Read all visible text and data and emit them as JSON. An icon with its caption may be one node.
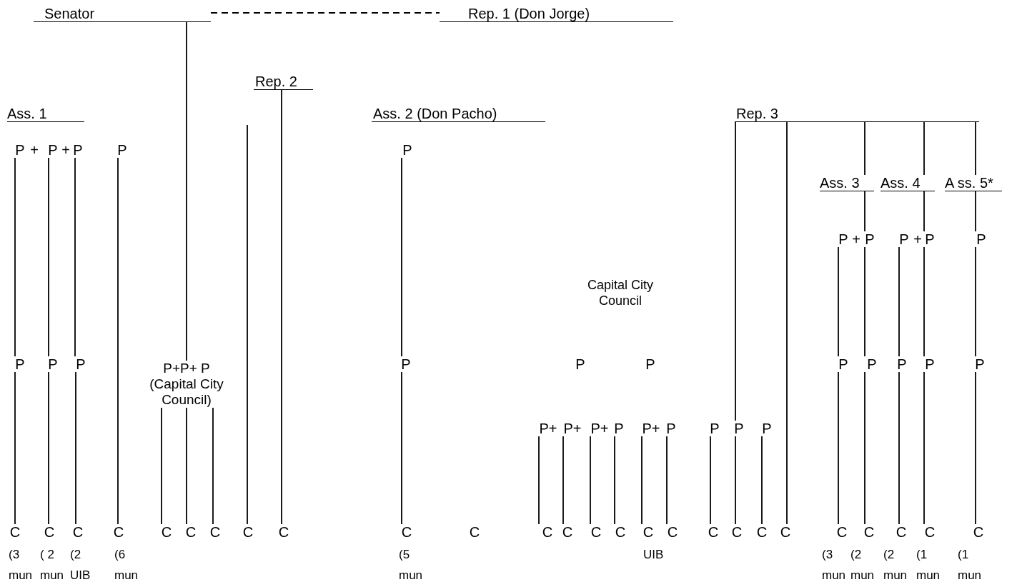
{
  "diagram": {
    "nodes": [
      {
        "text": [
          "Senator"
        ]
      },
      {
        "text": [
          "Rep. 1 (Don Jorge)"
        ]
      },
      {
        "text": [
          "Rep. 2"
        ]
      },
      {
        "text": [
          "Ass. 1"
        ]
      },
      {
        "text": [
          "Ass. 2 (Don Pacho)"
        ]
      },
      {
        "text": [
          "Rep. 3"
        ]
      },
      {
        "text": [
          "P"
        ]
      },
      {
        "text": [
          "P"
        ]
      },
      {
        "text": [
          "P"
        ]
      },
      {
        "text": [
          "P"
        ]
      },
      {
        "text": [
          "P"
        ]
      },
      {
        "text": [
          "Ass. 3"
        ]
      },
      {
        "text": [
          "Ass. 4"
        ]
      },
      {
        "text": [
          "A ss. 5*"
        ]
      },
      {
        "text": [
          "P"
        ]
      },
      {
        "text": [
          "P"
        ]
      },
      {
        "text": [
          "P"
        ]
      },
      {
        "text": [
          "P"
        ]
      },
      {
        "text": [
          "P"
        ]
      },
      {
        "text": [
          "Capital City Council"
        ]
      },
      {
        "text": [
          "P"
        ]
      },
      {
        "text": [
          "P"
        ]
      },
      {
        "text": [
          "P"
        ]
      },
      {
        "text": [
          "P+P+ P",
          "(Capital City Council)"
        ]
      },
      {
        "text": [
          "P"
        ]
      },
      {
        "text": [
          "P"
        ]
      },
      {
        "text": [
          "P"
        ]
      },
      {
        "text": [
          "P"
        ]
      },
      {
        "text": [
          "P"
        ]
      },
      {
        "text": [
          "P"
        ]
      },
      {
        "text": [
          "P"
        ]
      },
      {
        "text": [
          "P"
        ]
      },
      {
        "text": [
          "P+"
        ]
      },
      {
        "text": [
          "P+"
        ]
      },
      {
        "text": [
          "P+"
        ]
      },
      {
        "text": [
          "P"
        ]
      },
      {
        "text": [
          "P+"
        ]
      },
      {
        "text": [
          "P"
        ]
      },
      {
        "text": [
          "P"
        ]
      },
      {
        "text": [
          "P"
        ]
      },
      {
        "text": [
          "P"
        ]
      },
      {
        "text": [
          "C"
        ],
        "beside": [
          "(3 mun"
        ]
      },
      {
        "text": [
          "C"
        ],
        "beside": [
          "( 2 mun"
        ]
      },
      {
        "text": [
          "C"
        ],
        "beside": [
          "(2 UIB"
        ]
      },
      {
        "text": [
          "C"
        ],
        "beside": [
          "(6 mun"
        ]
      },
      {
        "text": [
          "C"
        ]
      },
      {
        "text": [
          "C"
        ]
      },
      {
        "text": [
          "C"
        ]
      },
      {
        "text": [
          "C"
        ]
      },
      {
        "text": [
          "C"
        ]
      },
      {
        "text": [
          "C"
        ],
        "beside": [
          "(5 mun"
        ]
      },
      {
        "text": [
          "C"
        ]
      },
      {
        "text": [
          "C"
        ]
      },
      {
        "text": [
          "C"
        ]
      },
      {
        "text": [
          "C"
        ]
      },
      {
        "text": [
          "C"
        ]
      },
      {
        "text": [
          "C"
        ],
        "beside": [
          "UIB"
        ]
      },
      {
        "text": [
          "C"
        ]
      },
      {
        "text": [
          "C"
        ]
      },
      {
        "text": [
          "C"
        ]
      },
      {
        "text": [
          "C"
        ]
      },
      {
        "text": [
          "C"
        ]
      },
      {
        "text": [
          "C"
        ],
        "beside": [
          "(3 mun"
        ]
      },
      {
        "text": [
          "C"
        ],
        "beside": [
          "(2 mun"
        ]
      },
      {
        "text": [
          "C"
        ],
        "beside": [
          "(2 mun"
        ]
      },
      {
        "text": [
          "C"
        ],
        "beside": [
          "(1 mun"
        ]
      },
      {
        "text": [
          "C"
        ],
        "beside": [
          "(1 mun"
        ]
      }
    ],
    "edges": [
      {
        "from": 0,
        "to": 1,
        "arrow": "none",
        "style": "dashed"
      },
      {
        "from": 0,
        "to": 23,
        "arrow": "none"
      },
      {
        "from": 2,
        "to": 49,
        "arrow": "none"
      },
      {
        "from": null,
        "to": 48,
        "arrow": "none"
      },
      {
        "from": 5,
        "to": 39,
        "arrow": "none"
      },
      {
        "from": 5,
        "to": 61,
        "arrow": "none"
      },
      {
        "from": 5,
        "to": 11,
        "arrow": "none"
      },
      {
        "from": 5,
        "to": 12,
        "arrow": "none"
      },
      {
        "from": 5,
        "to": 13,
        "arrow": "none"
      },
      {
        "from": 6,
        "to": 20,
        "arrow": "none"
      },
      {
        "from": 7,
        "to": 21,
        "arrow": "none"
      },
      {
        "from": 8,
        "to": 22,
        "arrow": "none"
      },
      {
        "from": 9,
        "to": 44,
        "arrow": "none"
      },
      {
        "from": 10,
        "to": 24,
        "arrow": "none"
      },
      {
        "from": 11,
        "to": 15,
        "arrow": "none"
      },
      {
        "from": 12,
        "to": 17,
        "arrow": "none"
      },
      {
        "from": 13,
        "to": 18,
        "arrow": "none"
      },
      {
        "from": 14,
        "to": 27,
        "arrow": "none"
      },
      {
        "from": 15,
        "to": 28,
        "arrow": "none"
      },
      {
        "from": 16,
        "to": 29,
        "arrow": "none"
      },
      {
        "from": 17,
        "to": 30,
        "arrow": "none"
      },
      {
        "from": 18,
        "to": 31,
        "arrow": "none"
      },
      {
        "from": 20,
        "to": 41,
        "arrow": "none"
      },
      {
        "from": 21,
        "to": 42,
        "arrow": "none"
      },
      {
        "from": 22,
        "to": 43,
        "arrow": "none"
      },
      {
        "from": 23,
        "to": 45,
        "arrow": "none"
      },
      {
        "from": 23,
        "to": 46,
        "arrow": "none"
      },
      {
        "from": 23,
        "to": 47,
        "arrow": "none"
      },
      {
        "from": 24,
        "to": 50,
        "arrow": "none"
      },
      {
        "from": 27,
        "to": 62,
        "arrow": "none"
      },
      {
        "from": 28,
        "to": 63,
        "arrow": "none"
      },
      {
        "from": 29,
        "to": 64,
        "arrow": "none"
      },
      {
        "from": 30,
        "to": 65,
        "arrow": "none"
      },
      {
        "from": 31,
        "to": 66,
        "arrow": "none"
      },
      {
        "from": 32,
        "to": 52,
        "arrow": "none"
      },
      {
        "from": 33,
        "to": 53,
        "arrow": "none"
      },
      {
        "from": 34,
        "to": 54,
        "arrow": "none"
      },
      {
        "from": 35,
        "to": 55,
        "arrow": "none"
      },
      {
        "from": 36,
        "to": 56,
        "arrow": "none"
      },
      {
        "from": 37,
        "to": 57,
        "arrow": "none"
      },
      {
        "from": 38,
        "to": 58,
        "arrow": "none"
      },
      {
        "from": 39,
        "to": 59,
        "arrow": "none"
      },
      {
        "from": 40,
        "to": 60,
        "arrow": "none"
      }
    ],
    "labels": [
      "+",
      "+",
      "+",
      "+"
    ]
  }
}
